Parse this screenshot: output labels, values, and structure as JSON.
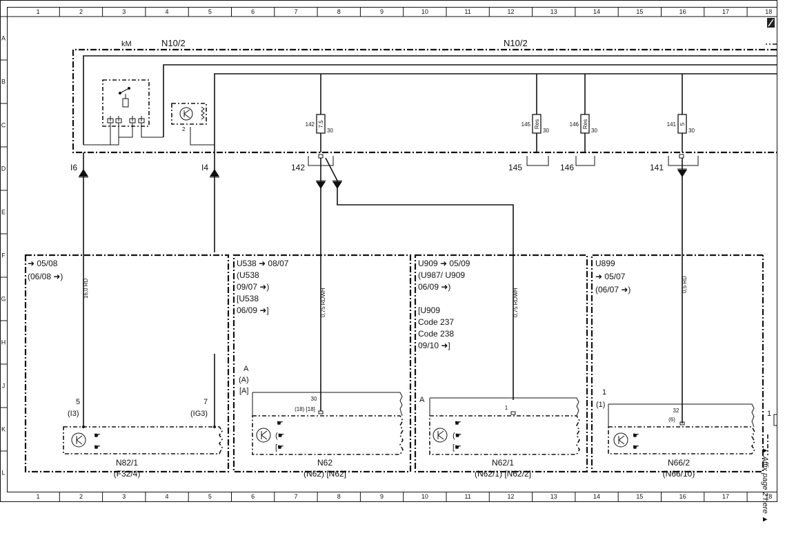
{
  "grid": {
    "columns": [
      "1",
      "2",
      "3",
      "4",
      "5",
      "6",
      "7",
      "8",
      "9",
      "10",
      "11",
      "12",
      "13",
      "14",
      "15",
      "16",
      "17",
      "18"
    ],
    "rows": [
      "A",
      "B",
      "C",
      "D",
      "E",
      "F",
      "G",
      "H",
      "J",
      "K",
      "L"
    ]
  },
  "module": {
    "label_left": "N10/2",
    "label_right": "N10/2",
    "relay_label": "kM",
    "sensor_pin": "2"
  },
  "fuses": [
    {
      "id": "142",
      "rating": "7.5",
      "pin": "30",
      "bridge": "142"
    },
    {
      "id": "145",
      "rating": "Res",
      "pin": "30",
      "bridge": "145"
    },
    {
      "id": "146",
      "rating": "Res",
      "pin": "30",
      "bridge": "146"
    },
    {
      "id": "141",
      "rating": "5",
      "pin": "30",
      "bridge": "141"
    }
  ],
  "terminals": {
    "i6": "I6",
    "i4": "I4"
  },
  "wires": {
    "w1": "16,0 RD",
    "w2": "0,75 RDWH",
    "w3": "0,75 RDWH",
    "w4": "0,5 RD"
  },
  "units": [
    {
      "notes": [
        "➜ 05/08",
        "(06/08 ➜)"
      ],
      "pin_a": "5",
      "pin_a_alt": "(I3)",
      "pin_b": "7",
      "pin_b_alt": "(IG3)",
      "name": "N82/1",
      "name_alt": "(F32/4)"
    },
    {
      "notes": [
        "U538 ➜ 08/07",
        "(U538",
        "09/07 ➜)",
        "[U538",
        "06/09 ➜]"
      ],
      "variant_a": "A",
      "variant_b": "(A)",
      "variant_c": "[A]",
      "pin": "30",
      "pin_alt": "(18) [18]",
      "name": "N62",
      "name_alt": "(N62) [N62]"
    },
    {
      "notes": [
        "U909 ➜ 05/09",
        "(U987/ U909",
        "06/09 ➜)",
        "",
        "[U909",
        "Code 237",
        "Code 238",
        "09/10 ➜]"
      ],
      "variant_a": "A",
      "pin": "1",
      "name": "N62/1",
      "name_alt": "(N62/1) [N62/2]"
    },
    {
      "notes": [
        "U899",
        "➜ 05/07",
        "(06/07 ➜)"
      ],
      "variant_a": "1",
      "variant_b": "(1)",
      "pin": "32",
      "pin_alt": "(6)",
      "name": "N66/2",
      "name_alt": "(N66/10)"
    }
  ],
  "edge_pin": "1",
  "affix_note": "▲ Affix page 2 here ▲"
}
